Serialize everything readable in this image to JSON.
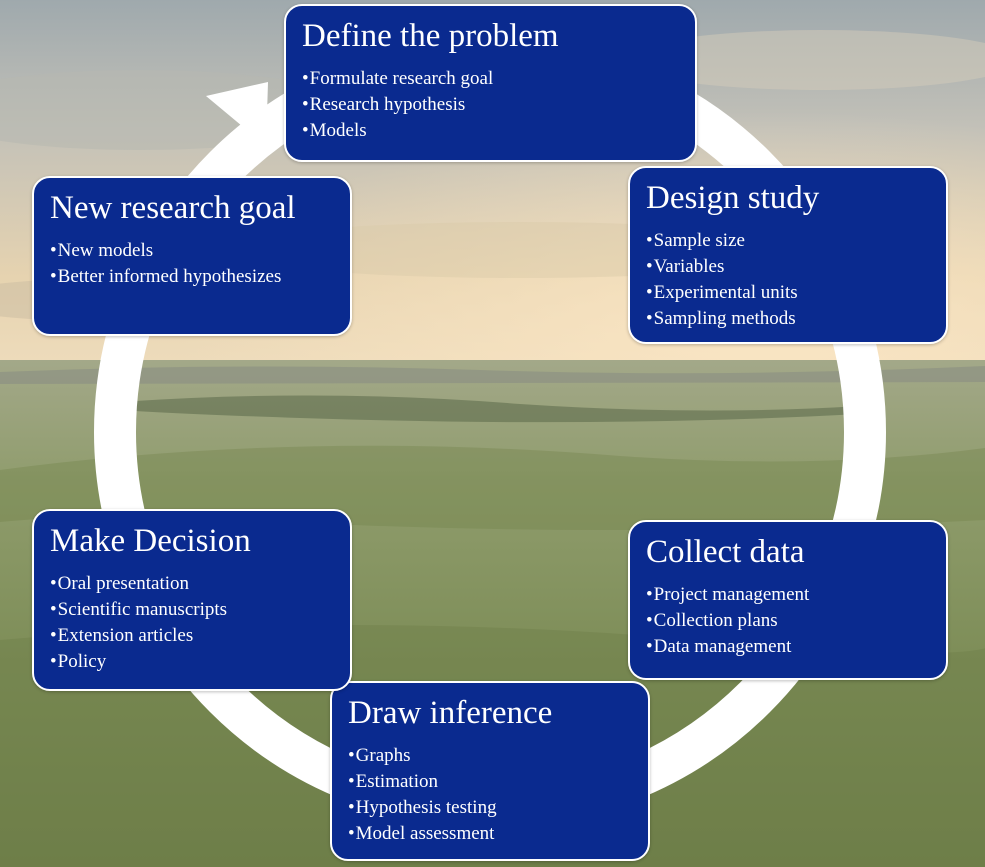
{
  "colors": {
    "box_fill": "#0a2a8f",
    "box_border": "#ffffff",
    "text": "#ffffff",
    "cycle_arrow": "#ffffff"
  },
  "bullet_glyph": "•",
  "steps": [
    {
      "title": "Define the problem",
      "bullets": [
        "Formulate research goal",
        "Research hypothesis",
        "Models"
      ]
    },
    {
      "title": "Design study",
      "bullets": [
        "Sample size",
        "Variables",
        "Experimental units",
        "Sampling methods"
      ]
    },
    {
      "title": "Collect data",
      "bullets": [
        "Project management",
        "Collection plans",
        "Data management"
      ]
    },
    {
      "title": "Draw inference",
      "bullets": [
        "Graphs",
        "Estimation",
        "Hypothesis testing",
        "Model assessment"
      ]
    },
    {
      "title": "Make Decision",
      "bullets": [
        "Oral presentation",
        "Scientific manuscripts",
        "Extension articles",
        "Policy"
      ]
    },
    {
      "title": "New research goal",
      "bullets": [
        "New models",
        "Better informed hypothesizes"
      ]
    }
  ]
}
